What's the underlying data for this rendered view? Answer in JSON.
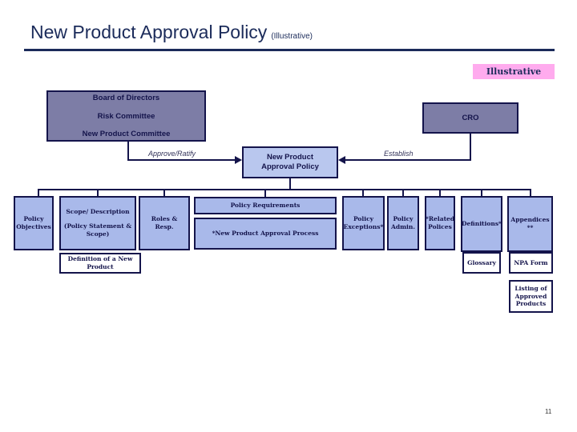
{
  "slide": {
    "title": "New Product Approval Policy",
    "title_suffix": "(Illustrative)",
    "tag": "Illustrative",
    "page_number": "11"
  },
  "colors": {
    "navy": "#14144b",
    "slate_fill": "#7d7da6",
    "blue_fill": "#a9b9ea",
    "center_fill": "#b9c7ee",
    "pink": "#ffabee"
  },
  "governance_box": {
    "lines": [
      "Board of Directors",
      "Risk Committee",
      "New Product Committee"
    ]
  },
  "cro_box": {
    "label": "CRO"
  },
  "policy_box": {
    "lines": [
      "New Product",
      "Approval Policy"
    ]
  },
  "flow_labels": {
    "approve_ratify": "Approve/Ratify",
    "establish": "Establish"
  },
  "sections": {
    "objectives": {
      "label": "Policy Objectives"
    },
    "scope": {
      "title": "Scope/ Description",
      "subtitle": "(Policy Statement & Scope)"
    },
    "roles": {
      "label": "Roles & Resp."
    },
    "requirements": {
      "label": "Policy Requirements"
    },
    "process": {
      "label": "*New Product Approval Process"
    },
    "exceptions": {
      "label": "Policy Exceptions*"
    },
    "admin": {
      "label": "Policy Admin."
    },
    "related": {
      "label": "*Related Polices"
    },
    "definitions": {
      "label": "Definitions*"
    },
    "appendices": {
      "line1": "Appendices",
      "line2": "**"
    }
  },
  "sub_boxes": {
    "definition_new_product": {
      "label": "Definition of a New Product"
    },
    "glossary": {
      "label": "Glossary"
    },
    "npa_form": {
      "label": "NPA Form"
    },
    "listing": {
      "label": "Listing of Approved Products"
    }
  }
}
